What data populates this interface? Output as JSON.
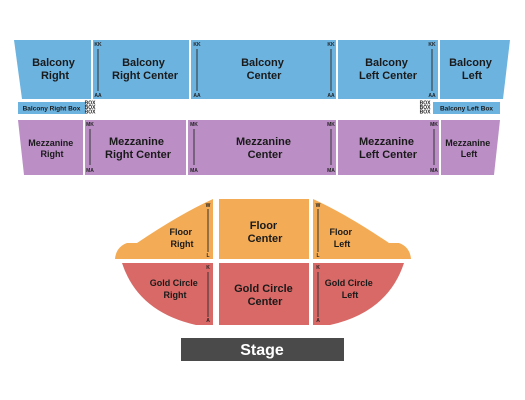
{
  "colors": {
    "balcony": "#6cb3e0",
    "mezzanine": "#bb8fc6",
    "floor": "#f3ac55",
    "gold_circle": "#d86966",
    "stage": "#4a4a4a",
    "stage_text": "#ffffff",
    "row_line": "#333333"
  },
  "balcony": {
    "right": "Balcony Right",
    "right_center": "Balcony Right Center",
    "center": "Balcony Center",
    "left_center": "Balcony Left Center",
    "left": "Balcony Left",
    "row_top": "KK",
    "row_bottom": "AA"
  },
  "boxes": {
    "right_box": "Balcony Right Box",
    "left_box": "Balcony Left Box",
    "box_rows": [
      "BOX",
      "BOX",
      "BOX"
    ]
  },
  "mezzanine": {
    "right": "Mezzanine Right",
    "right_center": "Mezzanine Right Center",
    "center": "Mezzanine Center",
    "left_center": "Mezzanine Left Center",
    "left": "Mezzanine Left",
    "row_top": "MK",
    "row_bottom": "MA"
  },
  "floor": {
    "right": "Floor Right",
    "center": "Floor Center",
    "left": "Floor Left",
    "row_top": "W",
    "row_bottom": "L"
  },
  "gold_circle": {
    "right": "Gold Circle Right",
    "center": "Gold Circle Center",
    "left": "Gold Circle Left",
    "row_top": "K",
    "row_bottom": "A"
  },
  "stage": {
    "label": "Stage"
  }
}
